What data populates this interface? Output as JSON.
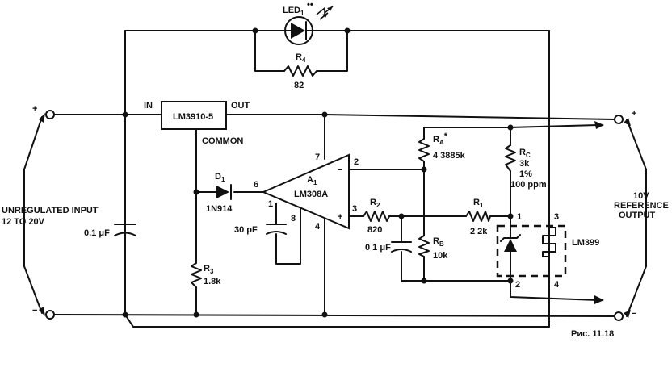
{
  "ic": {
    "reg": "LM3910-5",
    "in": "IN",
    "out": "OUT",
    "common": "COMMON"
  },
  "led": {
    "label": "LED",
    "sub": "1"
  },
  "r4": {
    "label": "R",
    "sub": "4",
    "value": "82"
  },
  "input": {
    "line1": "UNREGULATED INPUT",
    "line2": "12 TO 20V",
    "plus": "+",
    "minus": "−"
  },
  "output": {
    "line1": "10V",
    "line2": "REFERENCE",
    "line3": "OUTPUT",
    "plus": "+",
    "minus": "−"
  },
  "c_in": {
    "value": "0.1 μF"
  },
  "d1": {
    "label": "D",
    "sub": "1",
    "part": "1N914"
  },
  "r3": {
    "label": "R",
    "sub": "3",
    "value": "1.8k"
  },
  "opamp": {
    "label": "A",
    "sub": "1",
    "part": "LM308A",
    "minus": "−",
    "plus": "+",
    "pin2": "2",
    "pin3": "3",
    "pin4": "4",
    "pin6": "6",
    "pin7": "7",
    "pin1": "1",
    "pin8": "8"
  },
  "c_comp": {
    "value": "30 pF"
  },
  "r2": {
    "label": "R",
    "sub": "2",
    "value": "820"
  },
  "c2": {
    "value": "0 1 μF"
  },
  "ra": {
    "label": "R",
    "sub": "A",
    "mark": "*",
    "value": "4 3885k"
  },
  "rb": {
    "label": "R",
    "sub": "B",
    "value": "10k"
  },
  "r1": {
    "label": "R",
    "sub": "1",
    "value": "2 2k"
  },
  "rc": {
    "label": "R",
    "sub": "C",
    "value": "3k",
    "tol": "1%",
    "tc": "100 ppm"
  },
  "lm399": {
    "part": "LM399",
    "pin1": "1",
    "pin2": "2",
    "pin3": "3",
    "pin4": "4"
  },
  "caption": "Рис. 11.18"
}
